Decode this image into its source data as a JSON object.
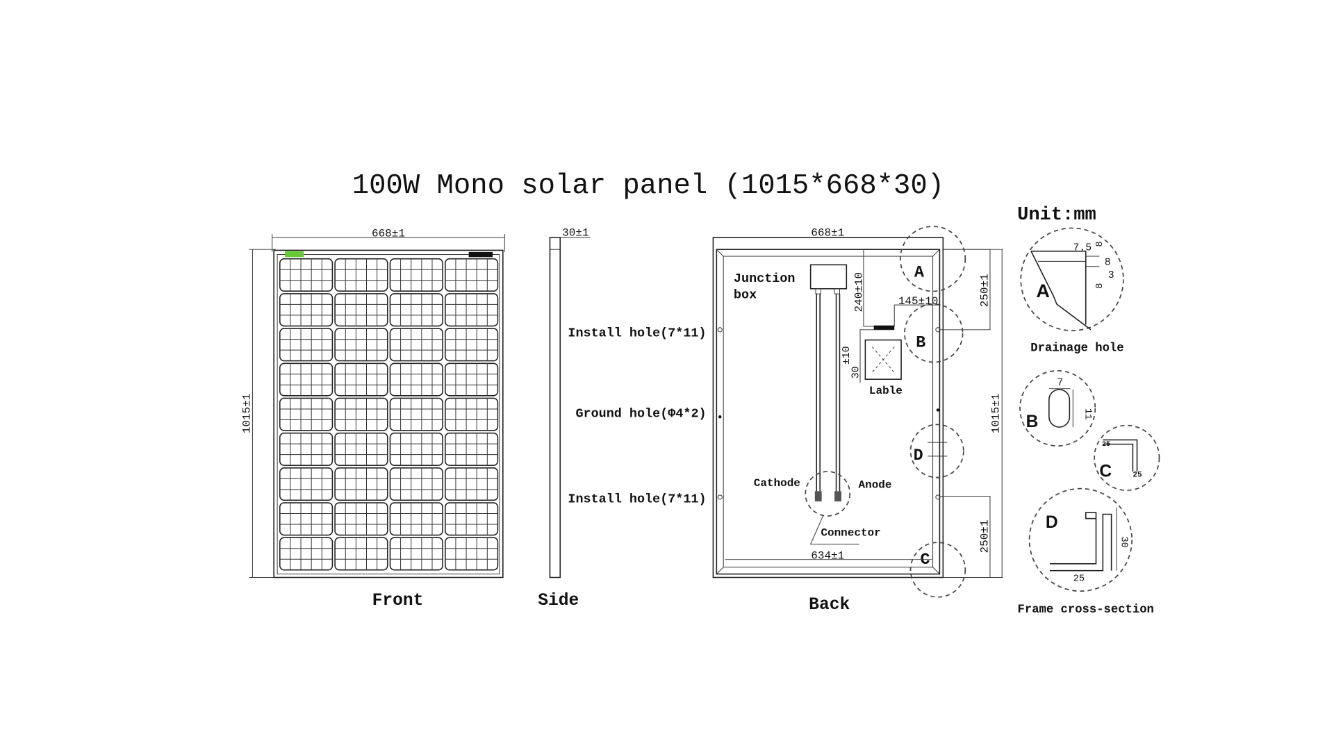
{
  "title": "100W Mono solar panel (1015*668*30)",
  "unit": "Unit:mm",
  "views": {
    "front": {
      "label": "Front",
      "width_dim": "668±1",
      "height_dim": "1015±1"
    },
    "side": {
      "label": "Side",
      "thickness_dim": "30±1"
    },
    "back": {
      "label": "Back",
      "width_dim": "668±1",
      "height_dim": "1015±1",
      "inner_width_dim": "634±1",
      "top_hole_dim": "250±1",
      "bottom_hole_dim": "250±1",
      "jbox_vertical_dim": "240±10",
      "jbox_horizontal_dim": "145±10",
      "label_dim": "30",
      "label_dim_tol": "±10",
      "junction_box": "Junction box",
      "junction_box_line1": "Junction",
      "junction_box_line2": "box",
      "lable": "Lable",
      "cathode": "Cathode",
      "anode": "Anode",
      "connector": "Connector",
      "callouts": [
        "A",
        "B",
        "C",
        "D"
      ]
    }
  },
  "hole_labels": {
    "install_top": "Install hole(7*11)",
    "ground": "Ground hole(Φ4*2)",
    "install_bottom": "Install hole(7*11)"
  },
  "details": {
    "A": {
      "letter": "A",
      "caption": "Drainage hole",
      "dims": [
        "7.5",
        "8",
        "8",
        "3",
        "8"
      ]
    },
    "B": {
      "letter": "B",
      "dims": [
        "7",
        "11"
      ]
    },
    "C": {
      "letter": "C",
      "dims": [
        "25",
        "25"
      ]
    },
    "D": {
      "letter": "D",
      "caption": "Frame cross-section",
      "dims": [
        "30",
        "25"
      ]
    }
  }
}
